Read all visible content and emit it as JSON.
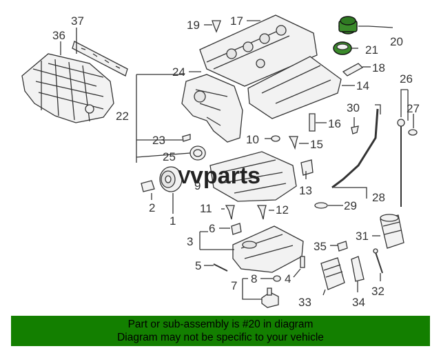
{
  "brand": {
    "prefix": "V",
    "name": "vparts"
  },
  "callouts": [
    "1",
    "2",
    "3",
    "4",
    "5",
    "6",
    "7",
    "8",
    "9",
    "10",
    "11",
    "12",
    "13",
    "14",
    "15",
    "16",
    "17",
    "18",
    "19",
    "20",
    "21",
    "22",
    "23",
    "24",
    "25",
    "26",
    "27",
    "28",
    "29",
    "30",
    "31",
    "32",
    "33",
    "34",
    "35",
    "36",
    "37"
  ],
  "highlighted_part": "20",
  "banner": {
    "line1": "Part or sub-assembly is #20 in diagram",
    "line2": "Diagram may not be specific to your vehicle"
  },
  "colors": {
    "banner": "#137f00",
    "highlight": "#3a8a2a"
  }
}
